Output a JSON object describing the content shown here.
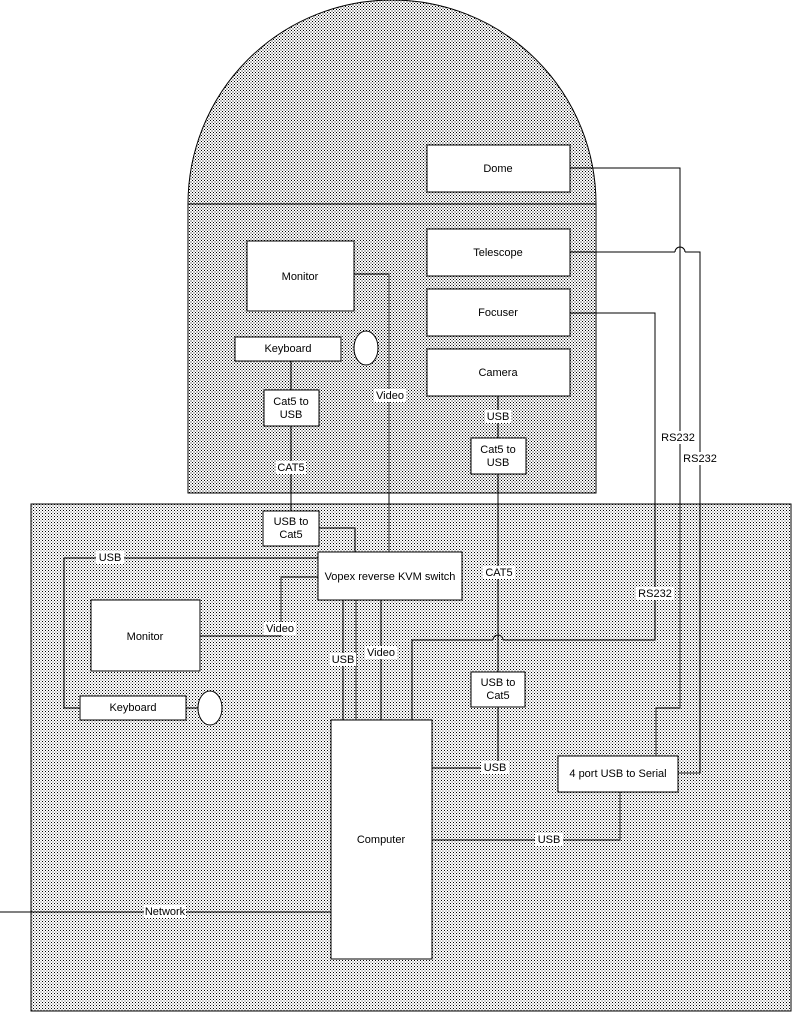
{
  "dome_section": {
    "devices": {
      "dome": "Dome",
      "telescope": "Telescope",
      "focuser": "Focuser",
      "camera": "Camera",
      "monitor": "Monitor",
      "keyboard": "Keyboard",
      "cat5_to_usb_left_line1": "Cat5 to",
      "cat5_to_usb_left_line2": "USB",
      "cat5_to_usb_right_line1": "Cat5 to",
      "cat5_to_usb_right_line2": "USB"
    }
  },
  "control_room": {
    "devices": {
      "usb_to_cat5_top_line1": "USB to",
      "usb_to_cat5_top_line2": "Cat5",
      "kvm_switch": "Vopex reverse KVM switch",
      "monitor": "Monitor",
      "keyboard": "Keyboard",
      "usb_to_cat5_mid_line1": "USB to",
      "usb_to_cat5_mid_line2": "Cat5",
      "usb_serial": "4 port USB to Serial",
      "computer": "Computer"
    }
  },
  "connections": {
    "video_dome": "Video",
    "usb_camera": "USB",
    "cat5_left": "CAT5",
    "rs232_a": "RS232",
    "rs232_b": "RS232",
    "usb_kvm_keyboard": "USB",
    "cat5_mid": "CAT5",
    "rs232_c": "RS232",
    "video_monitor": "Video",
    "usb_kvm_computer": "USB",
    "video_kvm_computer": "Video",
    "usb_computer_cat5": "USB",
    "usb_computer_serial": "USB",
    "network": "Network"
  }
}
